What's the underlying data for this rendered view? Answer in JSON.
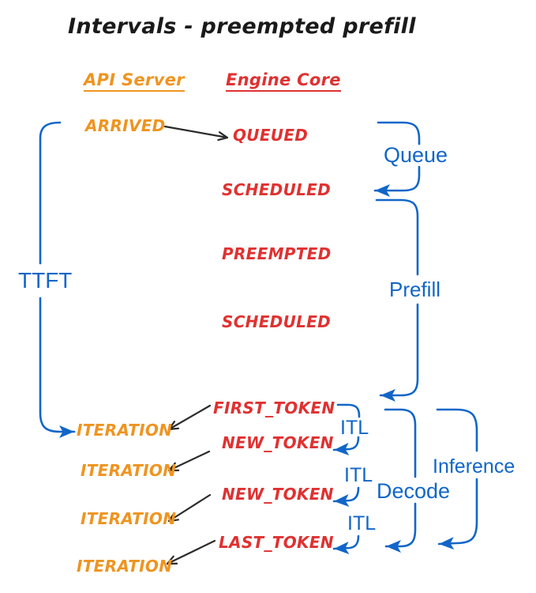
{
  "title": "Intervals - preempted prefill",
  "columns": {
    "api_server": "API Server",
    "engine_core": "Engine Core"
  },
  "api_server_events": {
    "arrived": "ARRIVED",
    "iteration_1": "ITERATION",
    "iteration_2": "ITERATION",
    "iteration_3": "ITERATION",
    "iteration_4": "ITERATION"
  },
  "engine_core_events": {
    "queued": "QUEUED",
    "scheduled_1": "SCHEDULED",
    "preempted": "PREEMPTED",
    "scheduled_2": "SCHEDULED",
    "first_token": "FIRST_TOKEN",
    "new_token_1": "NEW_TOKEN",
    "new_token_2": "NEW_TOKEN",
    "last_token": "LAST_TOKEN"
  },
  "interval_labels": {
    "ttft": "TTFT",
    "queue": "Queue",
    "prefill": "Prefill",
    "itl_1": "ITL",
    "itl_2": "ITL",
    "itl_3": "ITL",
    "decode": "Decode",
    "inference": "Inference"
  },
  "colors": {
    "title": "#1a1a1a",
    "api_server": "#ef9420",
    "engine_core": "#e03131",
    "interval": "#1166c8",
    "arrow": "#2b2b2b"
  }
}
